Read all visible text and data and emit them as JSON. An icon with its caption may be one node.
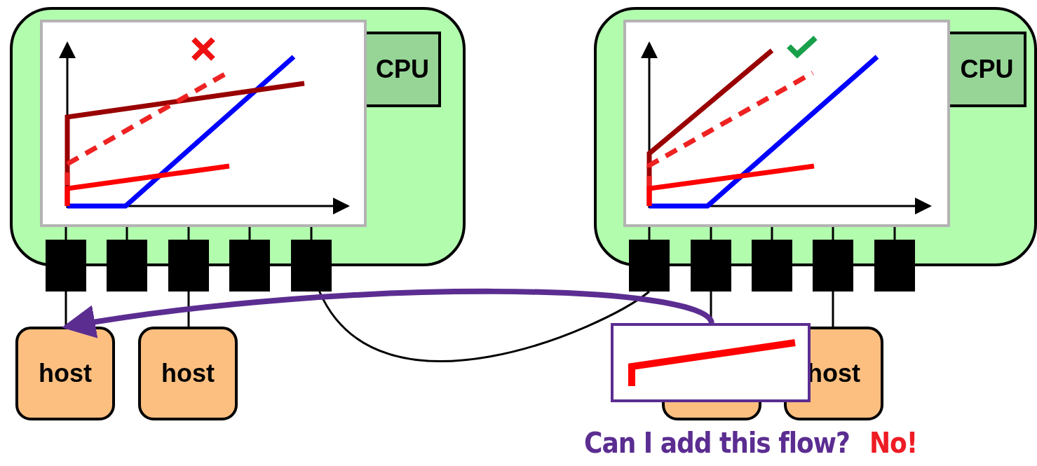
{
  "diagram": {
    "nodes": [
      {
        "text": [],
        "shape": "box"
      },
      {
        "text": [
          "CPU"
        ],
        "in": 0
      },
      {
        "text": [],
        "shape": "picture",
        "in": 0
      },
      {
        "text": [],
        "shape": "box"
      },
      {
        "text": [],
        "shape": "box"
      },
      {
        "text": [],
        "shape": "box"
      },
      {
        "text": [],
        "shape": "box"
      },
      {
        "text": [],
        "shape": "box"
      },
      {
        "text": [],
        "shape": "box"
      },
      {
        "text": [
          "CPU"
        ],
        "in": 8
      },
      {
        "text": [],
        "shape": "picture",
        "in": 8
      },
      {
        "text": [],
        "shape": "box"
      },
      {
        "text": [],
        "shape": "box"
      },
      {
        "text": [],
        "shape": "box"
      },
      {
        "text": [],
        "shape": "box"
      },
      {
        "text": [],
        "shape": "box"
      },
      {
        "text": [
          "host"
        ]
      },
      {
        "text": [
          "host"
        ]
      },
      {
        "text": [],
        "shape": "box"
      },
      {
        "text": [
          "host"
        ]
      },
      {
        "text": [],
        "shape": "picture"
      }
    ],
    "edges": [
      {
        "from": 2,
        "to": 3,
        "arrow": "none"
      },
      {
        "from": 2,
        "to": 4,
        "arrow": "none"
      },
      {
        "from": 2,
        "to": 5,
        "arrow": "none"
      },
      {
        "from": 2,
        "to": 6,
        "arrow": "none"
      },
      {
        "from": 2,
        "to": 7,
        "arrow": "none"
      },
      {
        "from": 10,
        "to": 11,
        "arrow": "none"
      },
      {
        "from": 10,
        "to": 12,
        "arrow": "none"
      },
      {
        "from": 10,
        "to": 13,
        "arrow": "none"
      },
      {
        "from": 10,
        "to": 14,
        "arrow": "none"
      },
      {
        "from": 10,
        "to": 15,
        "arrow": "none"
      },
      {
        "from": 3,
        "to": 16,
        "arrow": "none"
      },
      {
        "from": 5,
        "to": 17,
        "arrow": "none"
      },
      {
        "from": 12,
        "to": 18,
        "arrow": "none"
      },
      {
        "from": 14,
        "to": 19,
        "arrow": "none"
      },
      {
        "from": 7,
        "to": 11,
        "arrow": "none"
      },
      {
        "from": 20,
        "to": 16,
        "arrow": "to",
        "style": "thick",
        "color": "#5b2d91"
      }
    ],
    "labels": [
      "Can I add this flow?",
      "No!"
    ]
  }
}
